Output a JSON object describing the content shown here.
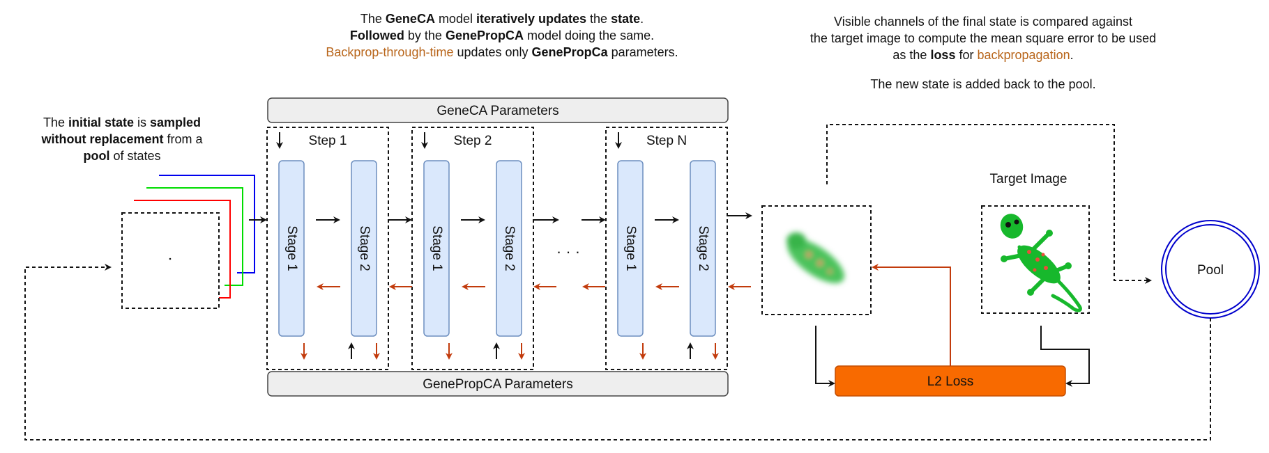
{
  "notes": {
    "initial": [
      {
        "t": "The ",
        "b": false
      },
      {
        "t": "initial state",
        "b": true
      },
      {
        "t": " is ",
        "b": false
      },
      {
        "t": "sampled",
        "b": true
      },
      {
        "t": " without replacement",
        "b": true
      },
      {
        "t": " from a ",
        "b": false
      },
      {
        "t": "pool",
        "b": true
      },
      {
        "t": " of states",
        "b": false
      }
    ],
    "top_line1": [
      {
        "t": "The ",
        "b": false
      },
      {
        "t": "GeneCA",
        "b": true
      },
      {
        "t": " model ",
        "b": false
      },
      {
        "t": "iteratively updates",
        "b": true
      },
      {
        "t": " the ",
        "b": false
      },
      {
        "t": "state",
        "b": true
      },
      {
        "t": ".",
        "b": false
      }
    ],
    "top_line2": [
      {
        "t": "Followed",
        "b": true
      },
      {
        "t": " by the ",
        "b": false
      },
      {
        "t": "GenePropCA",
        "b": true
      },
      {
        "t": " model doing the same.",
        "b": false
      }
    ],
    "top_line3": [
      {
        "t": "Backprop-through-time",
        "b": false,
        "brown": true
      },
      {
        "t": " updates only ",
        "b": false
      },
      {
        "t": "GenePropCa",
        "b": true
      },
      {
        "t": "  parameters.",
        "b": false
      }
    ],
    "right_line1": [
      {
        "t": "Visible channels of the final state is compared against",
        "b": false
      }
    ],
    "right_line2": [
      {
        "t": "the target image to compute the mean square error to be used",
        "b": false
      }
    ],
    "right_line3": [
      {
        "t": "as the ",
        "b": false
      },
      {
        "t": "loss",
        "b": true
      },
      {
        "t": " for ",
        "b": false
      },
      {
        "t": "backpropagation",
        "b": false,
        "brown": true
      },
      {
        "t": ".",
        "b": false
      }
    ],
    "right_line4": [
      {
        "t": "The new state is added back to the pool.",
        "b": false
      }
    ]
  },
  "bars": {
    "geneca": "GeneCA Parameters",
    "genepropca": "GenePropCA Parameters"
  },
  "steps": [
    {
      "label": "Step 1",
      "stage1": "Stage 1",
      "stage2": "Stage 2"
    },
    {
      "label": "Step 2",
      "stage1": "Stage 1",
      "stage2": "Stage 2"
    },
    {
      "label": "Step N",
      "stage1": "Stage 1",
      "stage2": "Stage 2"
    }
  ],
  "ellipsis": "· · ·",
  "target_label": "Target Image",
  "loss_label": "L2 Loss",
  "pool_label": "Pool",
  "colors": {
    "stage_fill": "#dae8fc",
    "stage_stroke": "#6c8ebf",
    "bar_fill": "#eeeeee",
    "loss_fill": "#f86a00",
    "loss_stroke": "#c44d00",
    "back_arrow": "#c23b0c",
    "pool_stroke": "#0000cc",
    "state_red": "#ff0000",
    "state_green": "#00dd00",
    "state_blue": "#0000ee",
    "lizard": "#17b82c",
    "lizard_spot": "#e94e3a"
  }
}
